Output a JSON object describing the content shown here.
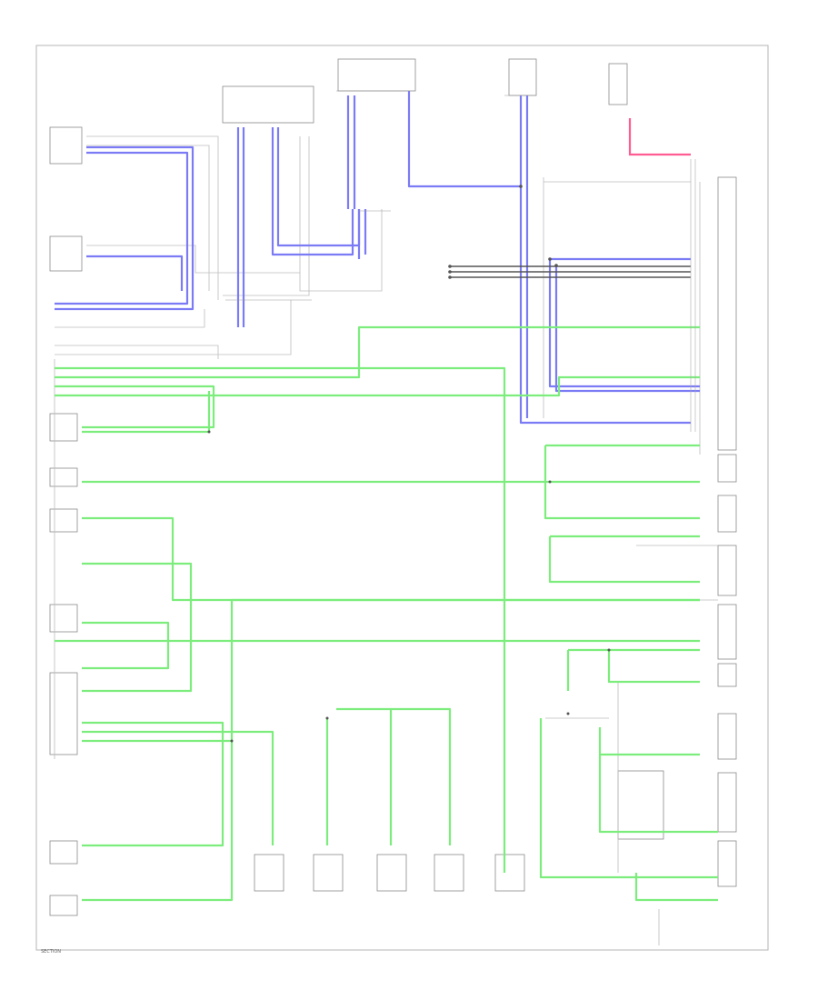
{
  "page_id": "SECTION",
  "colors": {
    "can_high": "#6f6ff0",
    "can_low": "#9a9aff",
    "lin_bus": "#74e874",
    "power": "#ff4d8a",
    "ground": "#444444",
    "frame": "#9a9a9a",
    "text": "#8a8a8a"
  },
  "modules": [
    {
      "id": "top_center_module",
      "rect": "top_center_module"
    },
    {
      "id": "top_right_module",
      "rect": "top_right_module"
    },
    {
      "id": "left_module_1",
      "rect": "left_module_1"
    },
    {
      "id": "left_module_2",
      "rect": "left_module_2"
    },
    {
      "id": "left_module_3",
      "rect": "left_module_3"
    },
    {
      "id": "left_module_4",
      "rect": "left_module_4"
    },
    {
      "id": "left_module_5",
      "rect": "left_module_5"
    },
    {
      "id": "bottom_module_1",
      "rect": "bottom_module_1"
    },
    {
      "id": "bottom_module_2",
      "rect": "bottom_module_2"
    },
    {
      "id": "bottom_module_3",
      "rect": "bottom_module_3"
    },
    {
      "id": "bottom_module_4",
      "rect": "bottom_module_4"
    },
    {
      "id": "bottom_module_5",
      "rect": "bottom_module_5"
    },
    {
      "id": "right_module_1",
      "rect": "right_module_1"
    }
  ]
}
